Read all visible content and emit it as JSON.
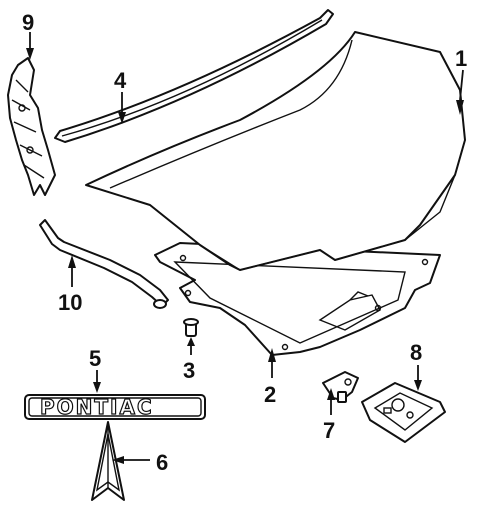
{
  "callouts": {
    "c1": "1",
    "c2": "2",
    "c3": "3",
    "c4": "4",
    "c5": "5",
    "c6": "6",
    "c7": "7",
    "c8": "8",
    "c9": "9",
    "c10": "10"
  },
  "emblem_text": "PONTIAC",
  "colors": {
    "line": "#111111",
    "background": "#ffffff"
  }
}
